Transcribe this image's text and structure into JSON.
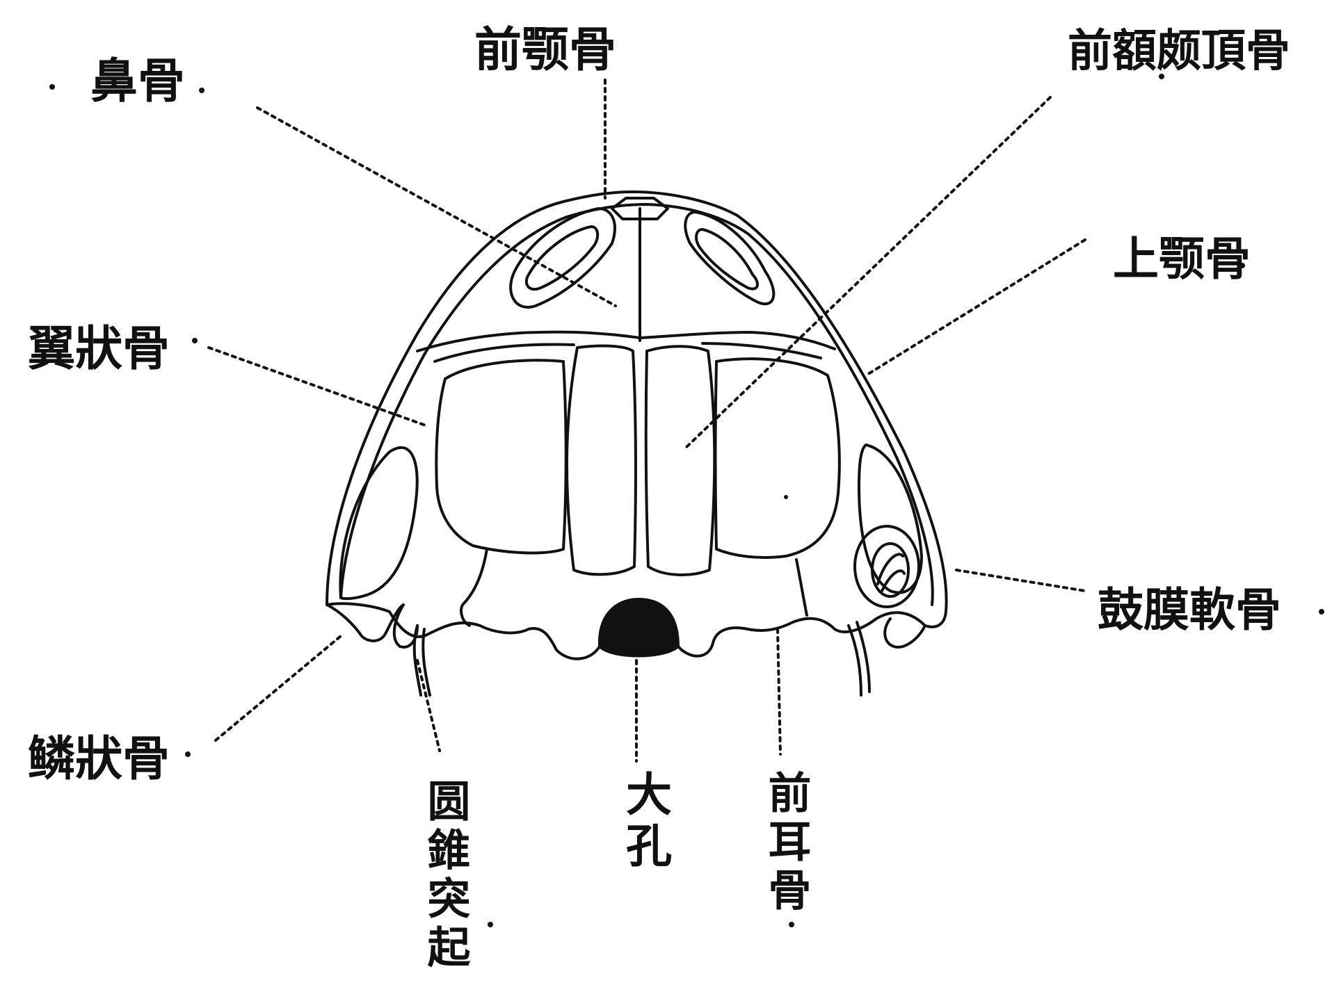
{
  "diagram": {
    "labels": {
      "nasal": "鼻骨",
      "premaxilla": "前颚骨",
      "frontoparietal": "前額颇頂骨",
      "maxilla": "上颚骨",
      "pterygoid": "翼狀骨",
      "tympanic": "鼓膜軟骨",
      "squamosal": "鳞狀骨",
      "condyle": "圆錐突起",
      "foramen": "大孔",
      "prootic": "前耳骨"
    }
  },
  "colors": {
    "ink": "#111111",
    "background": "#ffffff"
  }
}
